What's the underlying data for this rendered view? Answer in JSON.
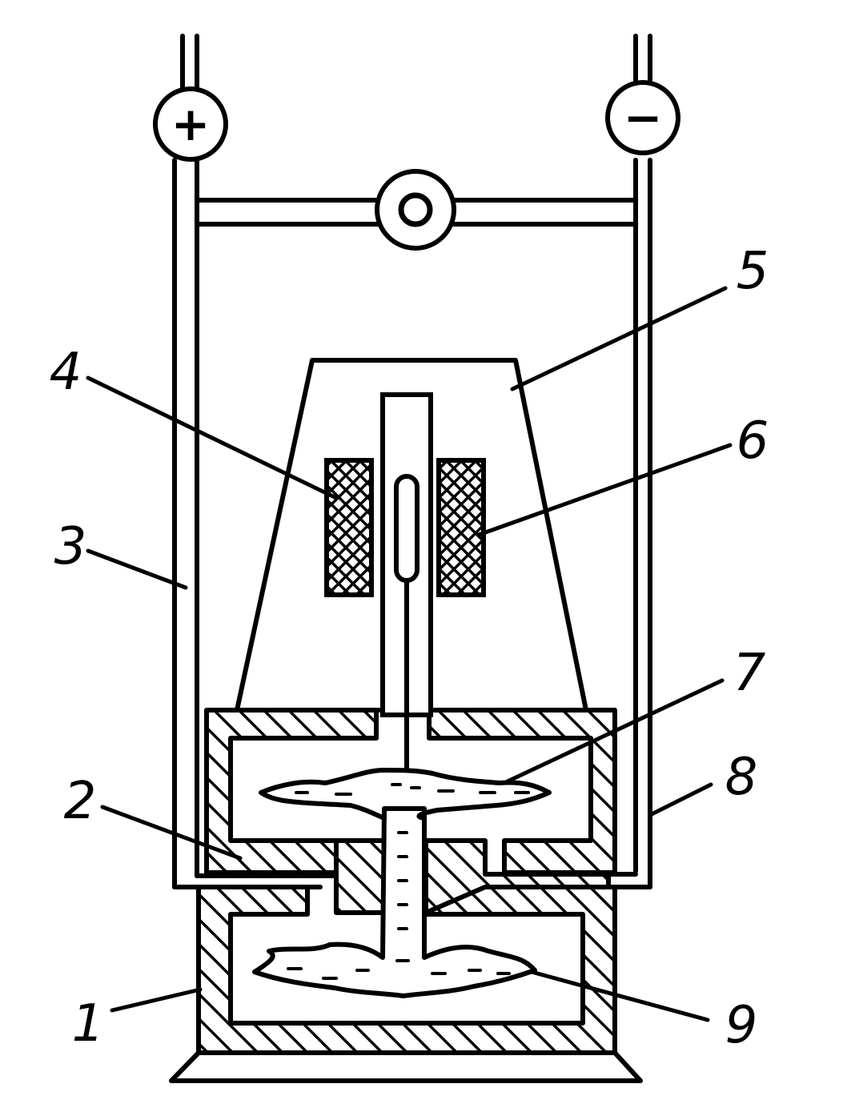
{
  "diagram": {
    "terminals": {
      "positive": "+",
      "negative": "−"
    },
    "labels": {
      "l1": "1",
      "l2": "2",
      "l3": "3",
      "l4": "4",
      "l5": "5",
      "l6": "6",
      "l7": "7",
      "l8": "8",
      "l9": "9"
    },
    "colors": {
      "ink": "#000000",
      "paper": "#ffffff"
    }
  }
}
